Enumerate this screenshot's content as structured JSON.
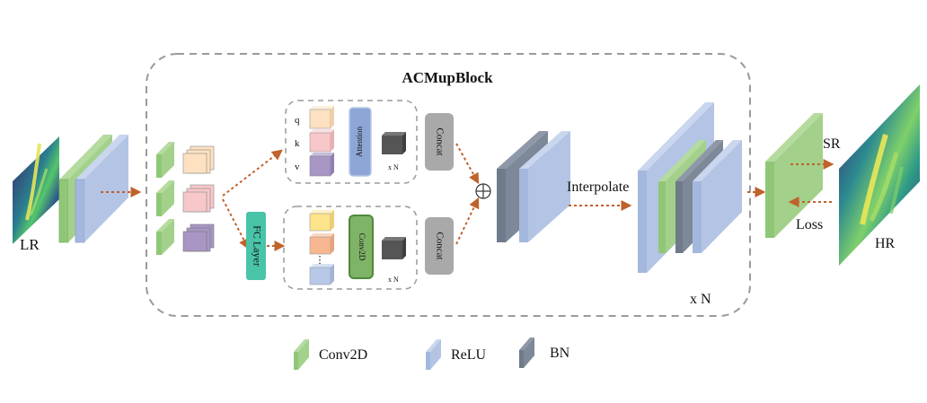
{
  "block_title": "ACMupBlock",
  "labels": {
    "lr": "LR",
    "hr": "HR",
    "sr": "SR",
    "loss": "Loss",
    "interpolate": "Interpolate",
    "repeat_outer": "x N",
    "repeat_attn": "x N",
    "repeat_conv": "x N"
  },
  "attention_branch": {
    "inputs": [
      "q",
      "k",
      "v"
    ],
    "module": "Attention",
    "concat": "Concat"
  },
  "conv_branch": {
    "fc_layer": "FC Layer",
    "module": "Conv2D",
    "concat": "Concat",
    "ellipsis": "⋮"
  },
  "legend": [
    {
      "label": "Conv2D",
      "color": "#8fc777"
    },
    {
      "label": "ReLU",
      "color": "#a4b8dd"
    },
    {
      "label": "BN",
      "color": "#6f7a8a"
    }
  ],
  "colors": {
    "conv2d": "#8fc777",
    "relu": "#a4b8dd",
    "bn": "#6f7a8a",
    "arrow": "#c0622b",
    "dashed_border": "#9a9a9a",
    "fc_layer": "#49c4a9",
    "concat": "#a9a9a9",
    "attention": "#8ea6d6",
    "feat_peach": "#fde1c1",
    "feat_pink": "#f7c7c9",
    "feat_purple": "#a896c4",
    "feat_yellow": "#fde38a",
    "feat_orange": "#f7b791",
    "feat_blue": "#b7c8e8",
    "dark_cube": "#555555"
  }
}
